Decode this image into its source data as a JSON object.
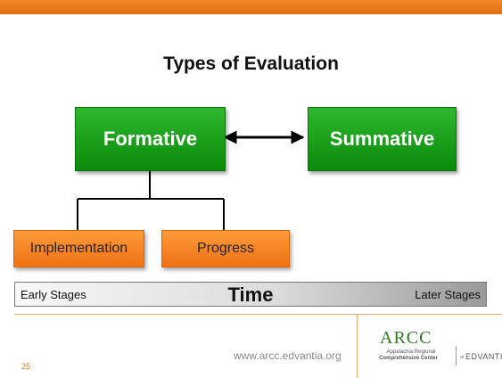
{
  "header": {
    "accent_color": "#e8791c"
  },
  "title": "Types of Evaluation",
  "boxes": {
    "formative": "Formative",
    "summative": "Summative",
    "implementation": "Implementation",
    "progress": "Progress"
  },
  "timeline": {
    "left": "Early Stages",
    "center": "Time",
    "right": "Later Stages"
  },
  "footer": {
    "url": "www.arcc.edvantia.org",
    "slide_number": "25",
    "logo": {
      "name": "ARCC",
      "line1": "Appalachia Regional",
      "line2": "Comprehensive Center",
      "of": "at",
      "partner": "EDVANTIA"
    }
  },
  "colors": {
    "green": "#0f9a0f",
    "orange": "#f58220"
  }
}
